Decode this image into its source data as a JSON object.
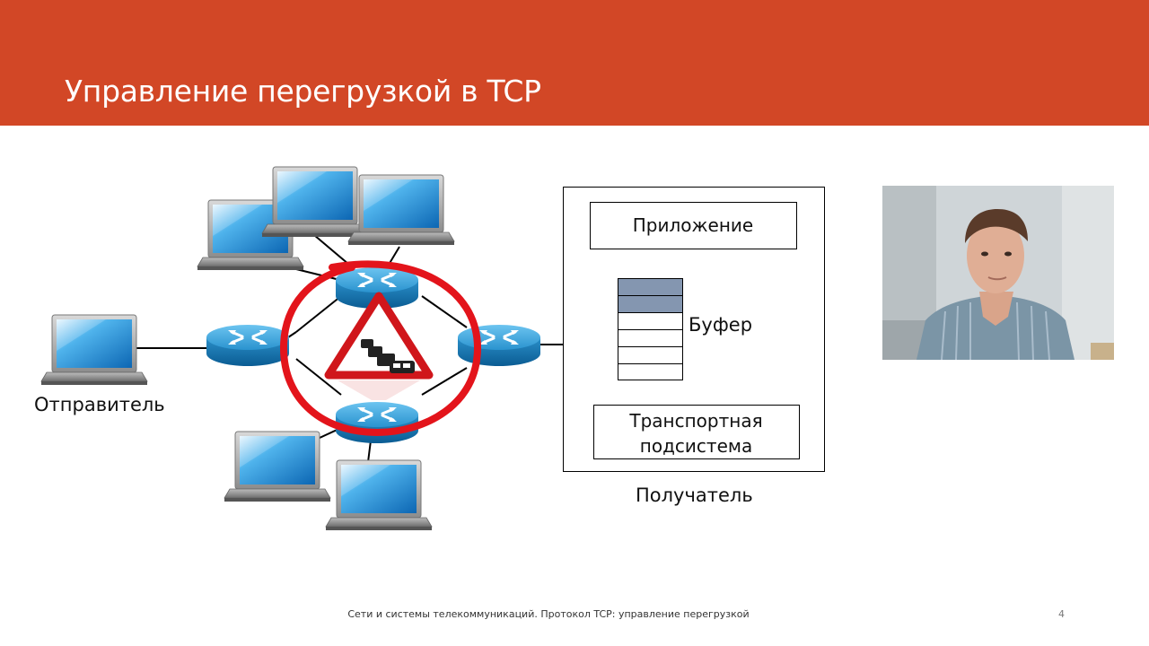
{
  "slide": {
    "title": "Управление перегрузкой в TCP",
    "footer": "Сети и системы телекоммуникаций. Протокол TCP: управление перегрузкой",
    "page_number": "4",
    "accent_color": "#d24726"
  },
  "diagram": {
    "sender_label": "Отправитель",
    "receiver_label": "Получатель",
    "application_label": "Приложение",
    "buffer_label": "Буфер",
    "transport_label_line1": "Транспортная",
    "transport_label_line2": "подсистема",
    "buffer_cells": 6,
    "buffer_filled_cells": 2,
    "icons": [
      "laptop-icon",
      "router-icon",
      "traffic-jam-warning-icon",
      "red-circle-highlight"
    ]
  },
  "video": {
    "icon": "presenter-webcam"
  }
}
